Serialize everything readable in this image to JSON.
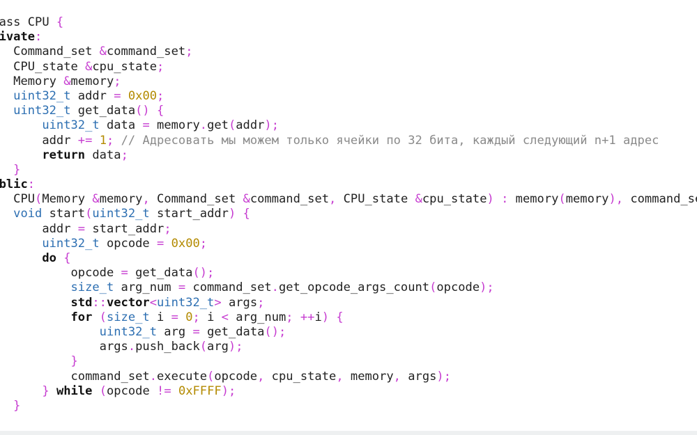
{
  "editor": {
    "language": "C++",
    "token_colors": {
      "keyword": "#111111",
      "type": "#2d6fb2",
      "number": "#b38a00",
      "punctuation": "#c63cd0",
      "comment": "#8a8a8a",
      "plain": "#222222"
    },
    "lines": [
      [
        [
          "plain",
          "class CPU "
        ],
        [
          "punct",
          "{"
        ]
      ],
      [
        [
          "kw",
          "private"
        ],
        [
          "punct",
          ":"
        ]
      ],
      [
        [
          "plain",
          "    Command_set "
        ],
        [
          "punct",
          "&"
        ],
        [
          "plain",
          "command_set"
        ],
        [
          "punct",
          ";"
        ]
      ],
      [
        [
          "plain",
          "    CPU_state "
        ],
        [
          "punct",
          "&"
        ],
        [
          "plain",
          "cpu_state"
        ],
        [
          "punct",
          ";"
        ]
      ],
      [
        [
          "plain",
          "    Memory "
        ],
        [
          "punct",
          "&"
        ],
        [
          "plain",
          "memory"
        ],
        [
          "punct",
          ";"
        ]
      ],
      [
        [
          "plain",
          "    "
        ],
        [
          "type",
          "uint32_t"
        ],
        [
          "plain",
          " addr "
        ],
        [
          "punct",
          "="
        ],
        [
          "plain",
          " "
        ],
        [
          "num",
          "0x00"
        ],
        [
          "punct",
          ";"
        ]
      ],
      [
        [
          "plain",
          "    "
        ],
        [
          "type",
          "uint32_t"
        ],
        [
          "plain",
          " get_data"
        ],
        [
          "punct",
          "()"
        ],
        [
          "plain",
          " "
        ],
        [
          "punct",
          "{"
        ]
      ],
      [
        [
          "plain",
          "        "
        ],
        [
          "type",
          "uint32_t"
        ],
        [
          "plain",
          " data "
        ],
        [
          "punct",
          "="
        ],
        [
          "plain",
          " memory"
        ],
        [
          "punct",
          "."
        ],
        [
          "plain",
          "get"
        ],
        [
          "punct",
          "("
        ],
        [
          "plain",
          "addr"
        ],
        [
          "punct",
          ");"
        ]
      ],
      [
        [
          "plain",
          "        addr "
        ],
        [
          "punct",
          "+="
        ],
        [
          "plain",
          " "
        ],
        [
          "num",
          "1"
        ],
        [
          "punct",
          ";"
        ],
        [
          "plain",
          " "
        ],
        [
          "comment",
          "// Адресовать мы можем только ячейки по 32 бита, каждый следующий n+1 адрес"
        ]
      ],
      [
        [
          "plain",
          "        "
        ],
        [
          "kw",
          "return"
        ],
        [
          "plain",
          " data"
        ],
        [
          "punct",
          ";"
        ]
      ],
      [
        [
          "plain",
          "    "
        ],
        [
          "punct",
          "}"
        ]
      ],
      [
        [
          "kw",
          "public"
        ],
        [
          "punct",
          ":"
        ]
      ],
      [
        [
          "plain",
          "    CPU"
        ],
        [
          "punct",
          "("
        ],
        [
          "plain",
          "Memory "
        ],
        [
          "punct",
          "&"
        ],
        [
          "plain",
          "memory"
        ],
        [
          "punct",
          ","
        ],
        [
          "plain",
          " Command_set "
        ],
        [
          "punct",
          "&"
        ],
        [
          "plain",
          "command_set"
        ],
        [
          "punct",
          ","
        ],
        [
          "plain",
          " CPU_state "
        ],
        [
          "punct",
          "&"
        ],
        [
          "plain",
          "cpu_state"
        ],
        [
          "punct",
          ")"
        ],
        [
          "plain",
          " "
        ],
        [
          "punct",
          ":"
        ],
        [
          "plain",
          " memory"
        ],
        [
          "punct",
          "("
        ],
        [
          "plain",
          "memory"
        ],
        [
          "punct",
          "),"
        ],
        [
          "plain",
          " command_set"
        ]
      ],
      [
        [
          "plain",
          "    "
        ],
        [
          "type",
          "void"
        ],
        [
          "plain",
          " start"
        ],
        [
          "punct",
          "("
        ],
        [
          "type",
          "uint32_t"
        ],
        [
          "plain",
          " start_addr"
        ],
        [
          "punct",
          ")"
        ],
        [
          "plain",
          " "
        ],
        [
          "punct",
          "{"
        ]
      ],
      [
        [
          "plain",
          "        addr "
        ],
        [
          "punct",
          "="
        ],
        [
          "plain",
          " start_addr"
        ],
        [
          "punct",
          ";"
        ]
      ],
      [
        [
          "plain",
          "        "
        ],
        [
          "type",
          "uint32_t"
        ],
        [
          "plain",
          " opcode "
        ],
        [
          "punct",
          "="
        ],
        [
          "plain",
          " "
        ],
        [
          "num",
          "0x00"
        ],
        [
          "punct",
          ";"
        ]
      ],
      [
        [
          "plain",
          "        "
        ],
        [
          "kw",
          "do"
        ],
        [
          "plain",
          " "
        ],
        [
          "punct",
          "{"
        ]
      ],
      [
        [
          "plain",
          "            opcode "
        ],
        [
          "punct",
          "="
        ],
        [
          "plain",
          " get_data"
        ],
        [
          "punct",
          "();"
        ]
      ],
      [
        [
          "plain",
          "            "
        ],
        [
          "type",
          "size_t"
        ],
        [
          "plain",
          " arg_num "
        ],
        [
          "punct",
          "="
        ],
        [
          "plain",
          " command_set"
        ],
        [
          "punct",
          "."
        ],
        [
          "plain",
          "get_opcode_args_count"
        ],
        [
          "punct",
          "("
        ],
        [
          "plain",
          "opcode"
        ],
        [
          "punct",
          ");"
        ]
      ],
      [
        [
          "plain",
          "            "
        ],
        [
          "kw",
          "std"
        ],
        [
          "punct",
          "::"
        ],
        [
          "kw",
          "vector"
        ],
        [
          "punct",
          "<"
        ],
        [
          "type",
          "uint32_t"
        ],
        [
          "punct",
          ">"
        ],
        [
          "plain",
          " args"
        ],
        [
          "punct",
          ";"
        ]
      ],
      [
        [
          "plain",
          "            "
        ],
        [
          "kw",
          "for"
        ],
        [
          "plain",
          " "
        ],
        [
          "punct",
          "("
        ],
        [
          "type",
          "size_t"
        ],
        [
          "plain",
          " i "
        ],
        [
          "punct",
          "="
        ],
        [
          "plain",
          " "
        ],
        [
          "num",
          "0"
        ],
        [
          "punct",
          ";"
        ],
        [
          "plain",
          " i "
        ],
        [
          "punct",
          "<"
        ],
        [
          "plain",
          " arg_num"
        ],
        [
          "punct",
          ";"
        ],
        [
          "plain",
          " "
        ],
        [
          "punct",
          "++"
        ],
        [
          "plain",
          "i"
        ],
        [
          "punct",
          ")"
        ],
        [
          "plain",
          " "
        ],
        [
          "punct",
          "{"
        ]
      ],
      [
        [
          "plain",
          "                "
        ],
        [
          "type",
          "uint32_t"
        ],
        [
          "plain",
          " arg "
        ],
        [
          "punct",
          "="
        ],
        [
          "plain",
          " get_data"
        ],
        [
          "punct",
          "();"
        ]
      ],
      [
        [
          "plain",
          "                args"
        ],
        [
          "punct",
          "."
        ],
        [
          "plain",
          "push_back"
        ],
        [
          "punct",
          "("
        ],
        [
          "plain",
          "arg"
        ],
        [
          "punct",
          ");"
        ]
      ],
      [
        [
          "plain",
          "            "
        ],
        [
          "punct",
          "}"
        ]
      ],
      [
        [
          "plain",
          "            command_set"
        ],
        [
          "punct",
          "."
        ],
        [
          "plain",
          "execute"
        ],
        [
          "punct",
          "("
        ],
        [
          "plain",
          "opcode"
        ],
        [
          "punct",
          ","
        ],
        [
          "plain",
          " cpu_state"
        ],
        [
          "punct",
          ","
        ],
        [
          "plain",
          " memory"
        ],
        [
          "punct",
          ","
        ],
        [
          "plain",
          " args"
        ],
        [
          "punct",
          ");"
        ]
      ],
      [
        [
          "plain",
          "        "
        ],
        [
          "punct",
          "}"
        ],
        [
          "plain",
          " "
        ],
        [
          "kw",
          "while"
        ],
        [
          "plain",
          " "
        ],
        [
          "punct",
          "("
        ],
        [
          "plain",
          "opcode "
        ],
        [
          "punct",
          "!="
        ],
        [
          "plain",
          " "
        ],
        [
          "num",
          "0xFFFF"
        ],
        [
          "punct",
          ");"
        ]
      ],
      [
        [
          "plain",
          "    "
        ],
        [
          "punct",
          "}"
        ]
      ]
    ]
  }
}
